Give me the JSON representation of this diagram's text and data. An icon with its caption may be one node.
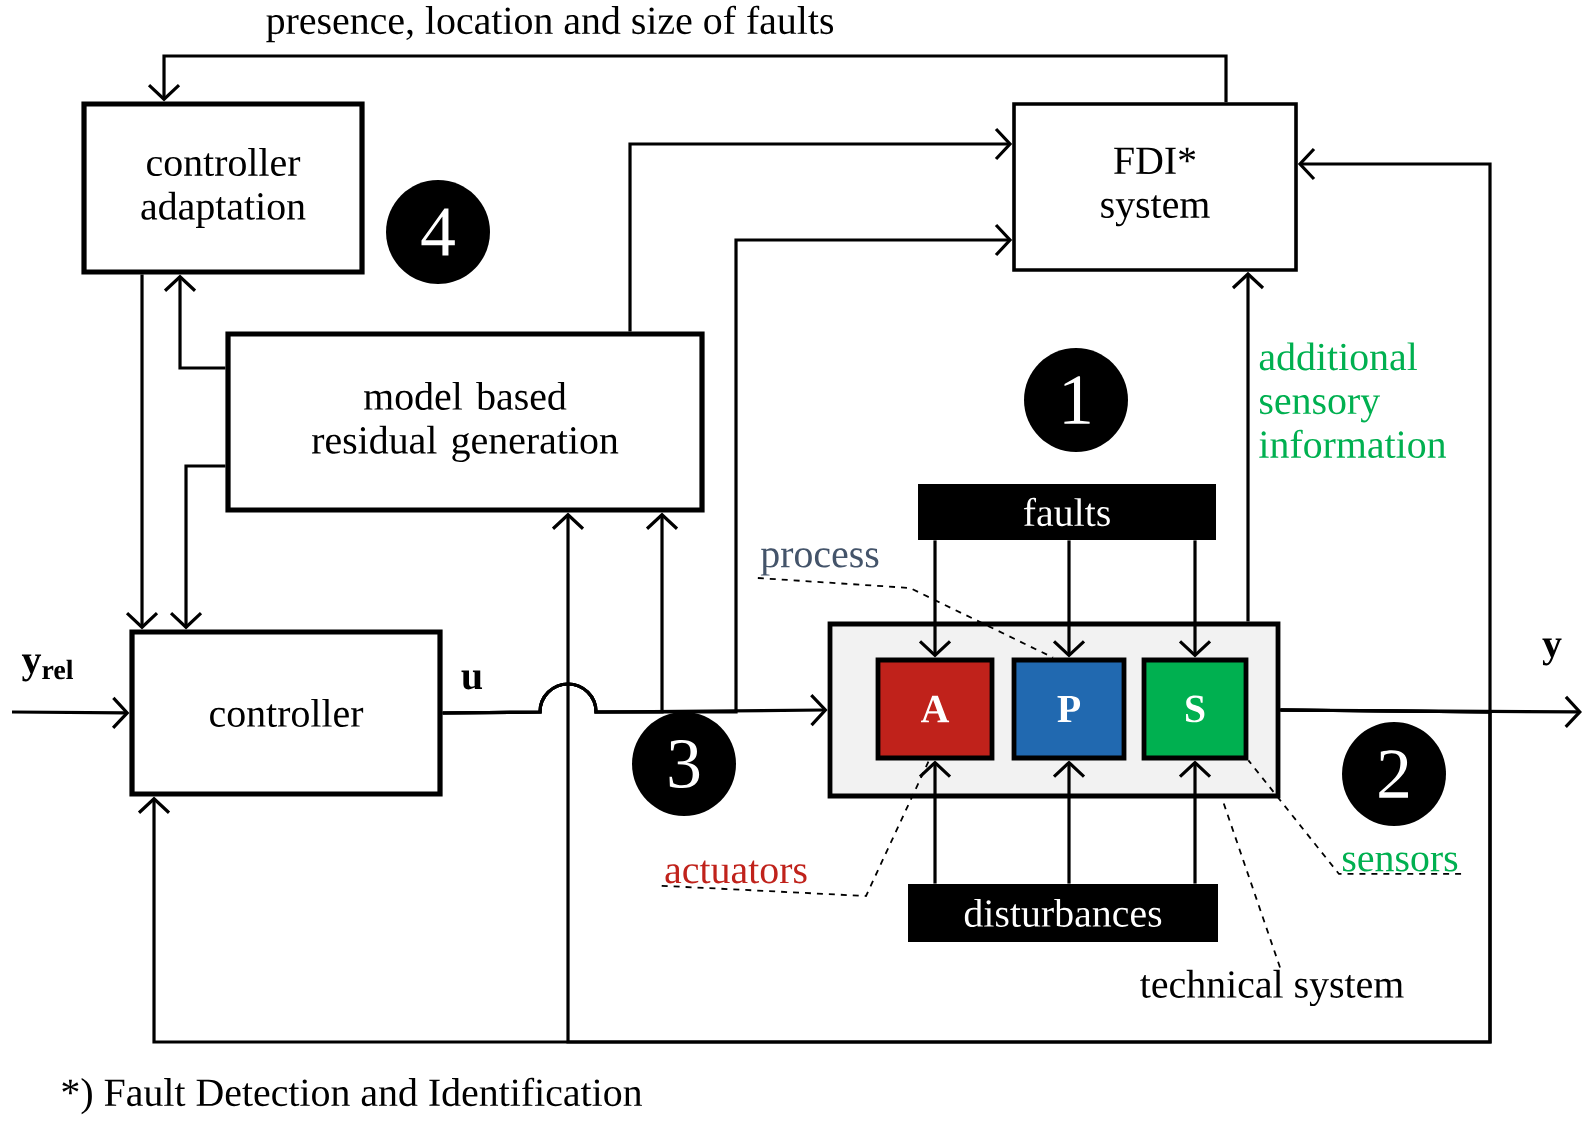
{
  "diagram": {
    "nodes": [
      {
        "text": [
          "controller adaptation"
        ]
      },
      {
        "text": [
          "FDI* system"
        ]
      },
      {
        "text": [
          "model based residual generation"
        ]
      },
      {
        "text": [
          "controller"
        ]
      },
      {
        "text": [],
        "shape": "box"
      },
      {
        "text": [
          "A"
        ],
        "in": 4
      },
      {
        "text": [
          "P"
        ],
        "in": 4
      },
      {
        "text": [
          "S"
        ],
        "in": 4
      },
      {
        "text": [
          "faults"
        ]
      },
      {
        "text": [
          "disturbances"
        ]
      },
      {
        "text": [
          "1"
        ]
      },
      {
        "text": [
          "2"
        ]
      },
      {
        "text": [
          "3"
        ]
      },
      {
        "text": [
          "4"
        ]
      },
      {
        "text": [
          "process"
        ]
      },
      {
        "text": [
          "actuators"
        ]
      },
      {
        "text": [
          "sensors"
        ]
      },
      {
        "text": [
          "technical system"
        ]
      }
    ],
    "edges": [
      {
        "from": 1,
        "to": 0,
        "arrow": "to",
        "label": "presence, location and size of faults"
      },
      {
        "from": 2,
        "to": 1,
        "arrow": "to"
      },
      {
        "from": 3,
        "to": 1,
        "arrow": "to"
      },
      {
        "from": 3,
        "to": 2,
        "arrow": "to"
      },
      {
        "from": 3,
        "to": 4,
        "arrow": "to",
        "label": "u"
      },
      {
        "from": null,
        "to": 3,
        "arrow": "to",
        "label": "y$_{rel}$"
      },
      {
        "from": 4,
        "to": null,
        "arrow": "to",
        "label": "y"
      },
      {
        "from": 4,
        "to": 3,
        "arrow": "to"
      },
      {
        "from": 4,
        "to": 2,
        "arrow": "to"
      },
      {
        "from": 4,
        "to": 1,
        "arrow": "to"
      },
      {
        "from": 2,
        "to": 0,
        "arrow": "to"
      },
      {
        "from": 2,
        "to": 3,
        "arrow": "to"
      },
      {
        "from": 0,
        "to": 3,
        "arrow": "to"
      },
      {
        "from": 4,
        "to": 1,
        "arrow": "to",
        "label": "additional sensory information"
      },
      {
        "from": 8,
        "to": 5,
        "arrow": "to"
      },
      {
        "from": 8,
        "to": 6,
        "arrow": "to"
      },
      {
        "from": 8,
        "to": 7,
        "arrow": "to"
      },
      {
        "from": 9,
        "to": 5,
        "arrow": "to"
      },
      {
        "from": 9,
        "to": 6,
        "arrow": "to"
      },
      {
        "from": 9,
        "to": 7,
        "arrow": "to"
      },
      {
        "from": 14,
        "to": 6,
        "arrow": "none",
        "style": "dashed"
      },
      {
        "from": 15,
        "to": 5,
        "arrow": "none",
        "style": "dashed"
      },
      {
        "from": 16,
        "to": 7,
        "arrow": "none",
        "style": "dashed"
      },
      {
        "from": 17,
        "to": 4,
        "arrow": "none",
        "style": "dashed"
      }
    ],
    "labels": [
      "*) Fault Detection and Identification"
    ]
  }
}
